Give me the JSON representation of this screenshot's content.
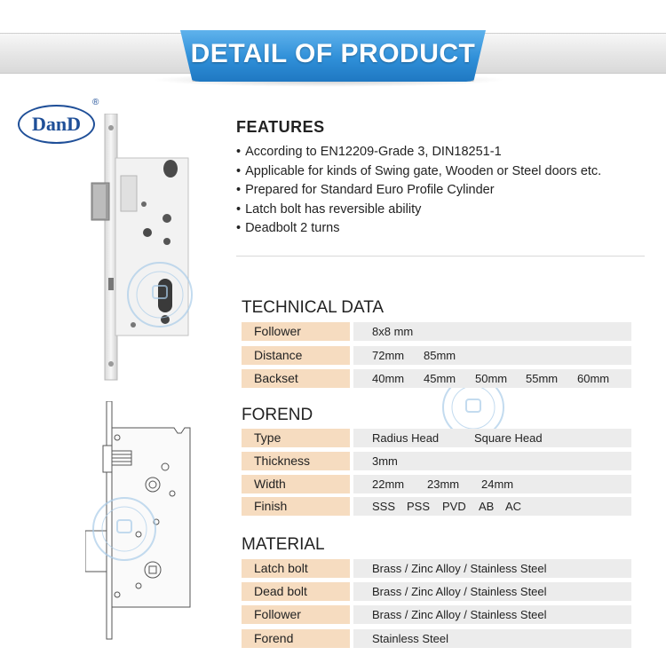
{
  "header": {
    "title": "DETAIL OF PRODUCT"
  },
  "logo": {
    "text": "DanD",
    "registered": "®"
  },
  "features": {
    "title": "FEATURES",
    "items": [
      "According to EN12209-Grade 3, DIN18251-1",
      "Applicable for kinds of Swing gate, Wooden or Steel doors etc.",
      "Prepared for Standard Euro Profile Cylinder",
      "Latch bolt has reversible ability",
      "Deadbolt 2 turns"
    ]
  },
  "technical": {
    "title": "TECHNICAL DATA",
    "rows": [
      {
        "label": "Follower",
        "values": [
          "8x8 mm"
        ]
      },
      {
        "label": "Distance",
        "values": [
          "72mm",
          "85mm"
        ]
      },
      {
        "label": "Backset",
        "values": [
          "40mm",
          "45mm",
          "50mm",
          "55mm",
          "60mm"
        ]
      }
    ]
  },
  "forend": {
    "title": "FOREND",
    "rows": [
      {
        "label": "Type",
        "values": [
          "Radius Head",
          "Square Head"
        ]
      },
      {
        "label": "Thickness",
        "values": [
          "3mm"
        ]
      },
      {
        "label": "Width",
        "values": [
          "22mm",
          "23mm",
          "24mm"
        ]
      },
      {
        "label": "Finish",
        "values": [
          "SSS",
          "PSS",
          "PVD",
          "AB",
          "AC"
        ]
      }
    ]
  },
  "material": {
    "title": "MATERIAL",
    "rows": [
      {
        "label": "Latch bolt",
        "values": [
          "Brass / Zinc Alloy / Stainless Steel"
        ]
      },
      {
        "label": "Dead bolt",
        "values": [
          "Brass / Zinc Alloy / Stainless Steel"
        ]
      },
      {
        "label": "Follower",
        "values": [
          "Brass / Zinc Alloy / Stainless Steel"
        ]
      },
      {
        "label": "Forend",
        "values": [
          "Stainless Steel"
        ]
      }
    ]
  },
  "colors": {
    "banner": "#2f8fd8",
    "label_bg": "#f6dcc0",
    "value_bg": "#ececec",
    "logo": "#1f4f98"
  }
}
